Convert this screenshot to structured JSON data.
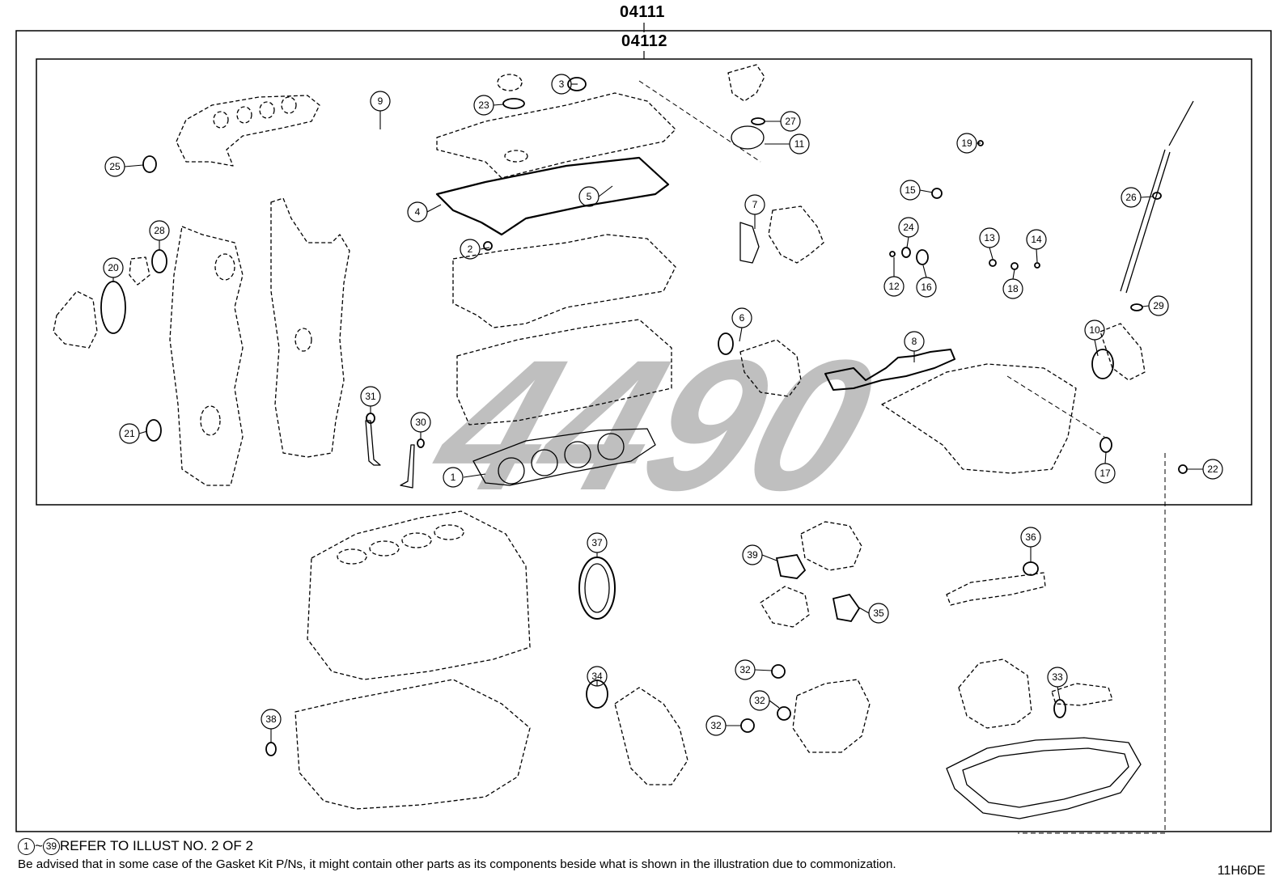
{
  "header": {
    "outer_kit_number": "04111",
    "inner_kit_number": "04112"
  },
  "watermark": "4490",
  "callouts": [
    {
      "n": "1"
    },
    {
      "n": "2"
    },
    {
      "n": "3"
    },
    {
      "n": "4"
    },
    {
      "n": "5"
    },
    {
      "n": "6"
    },
    {
      "n": "7"
    },
    {
      "n": "8"
    },
    {
      "n": "9"
    },
    {
      "n": "10"
    },
    {
      "n": "11"
    },
    {
      "n": "12"
    },
    {
      "n": "13"
    },
    {
      "n": "14"
    },
    {
      "n": "15"
    },
    {
      "n": "16"
    },
    {
      "n": "17"
    },
    {
      "n": "18"
    },
    {
      "n": "19"
    },
    {
      "n": "20"
    },
    {
      "n": "21"
    },
    {
      "n": "22"
    },
    {
      "n": "23"
    },
    {
      "n": "24"
    },
    {
      "n": "25"
    },
    {
      "n": "26"
    },
    {
      "n": "27"
    },
    {
      "n": "28"
    },
    {
      "n": "29"
    },
    {
      "n": "30"
    },
    {
      "n": "31"
    },
    {
      "n": "32"
    },
    {
      "n": "32"
    },
    {
      "n": "32"
    },
    {
      "n": "33"
    },
    {
      "n": "34"
    },
    {
      "n": "35"
    },
    {
      "n": "36"
    },
    {
      "n": "37"
    },
    {
      "n": "38"
    },
    {
      "n": "39"
    }
  ],
  "footer": {
    "range_start": "1",
    "range_sep": "~",
    "range_end": "39",
    "reference_text": "REFER TO ILLUST NO. 2 OF 2",
    "advisory_text": "Be advised that in some case of the Gasket Kit P/Ns,  it might contain other parts as its components beside what is shown in the illustration due to commonization.",
    "illustration_code": "11H6DE"
  },
  "colors": {
    "line": "#000000",
    "watermark": "#b4b4b4",
    "background": "#ffffff"
  }
}
